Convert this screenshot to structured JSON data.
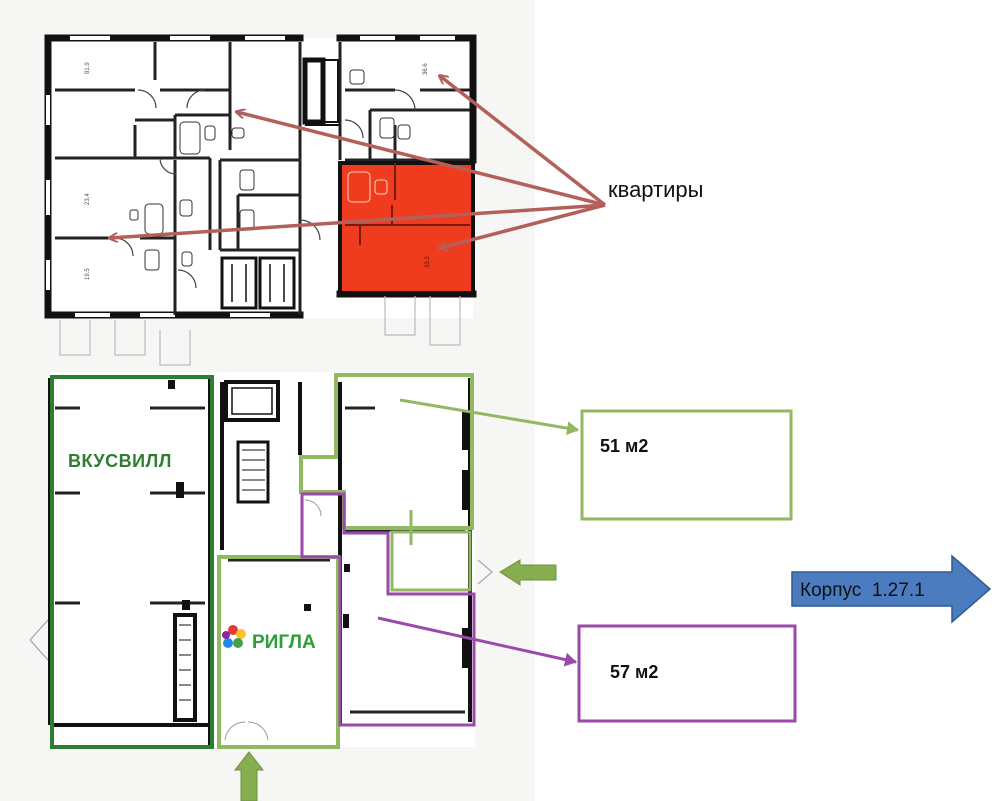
{
  "labels": {
    "apartments": "квартиры",
    "vkusvill": "ВКУСВИЛЛ",
    "rigla": "РИГЛА",
    "area_51": "51 м2",
    "area_57": "57 м2",
    "building": "Корпус  1.27.1"
  },
  "room_numbers": {
    "r1": "81.9",
    "r2": "36.6",
    "r3": "23.4",
    "r4": "19.5",
    "r5": "33.2"
  },
  "colors": {
    "highlight_apartment": "#f03c1e",
    "vkusvill": "#2e7d32",
    "area_51": "#93b862",
    "area_57": "#9a4aa8",
    "apartment_arrows": "#b4605a",
    "entrance_arrows": "#86ad4e",
    "building_arrow": "#4a7cbf"
  }
}
